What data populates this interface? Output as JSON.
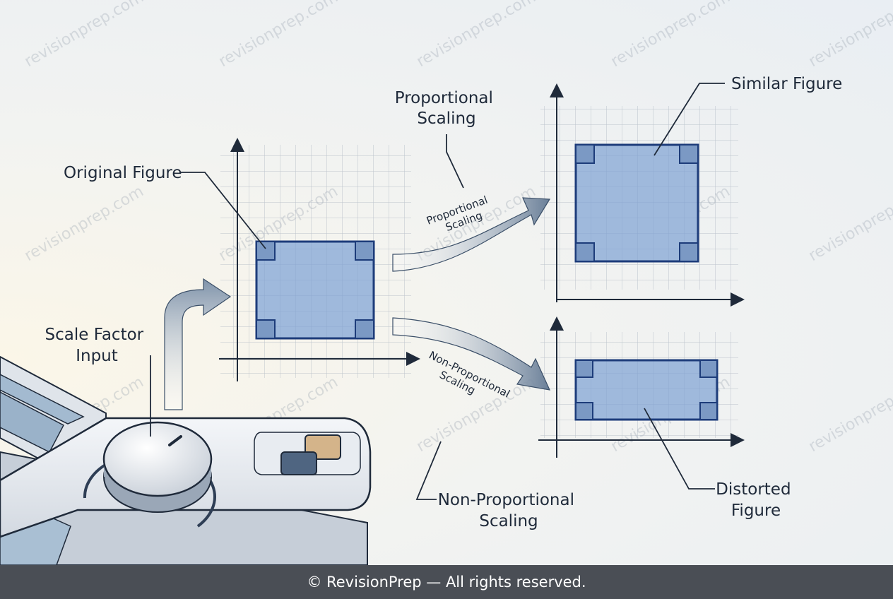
{
  "labels": {
    "original_figure": "Original Figure",
    "scale_factor_input": [
      "Scale Factor",
      "Input"
    ],
    "proportional_scaling": [
      "Proportional",
      "Scaling"
    ],
    "similar_figure": "Similar Figure",
    "non_proportional_scaling": [
      "Non-Proportional",
      "Scaling"
    ],
    "distorted_figure": [
      "Distorted",
      "Figure"
    ]
  },
  "arrow_labels": {
    "proportional": [
      "Proportional",
      "Scaling"
    ],
    "non_proportional": [
      "Non-Proportional",
      "Scaling"
    ]
  },
  "watermark": "revisionprep.com",
  "footer": {
    "copyright": "© RevisionPrep — All rights reserved."
  },
  "colors": {
    "figure_fill": "#9fb9dc",
    "figure_stroke": "#1d3c7a",
    "footer_bg": "#4a4e55",
    "line": "#1f2a3a"
  }
}
